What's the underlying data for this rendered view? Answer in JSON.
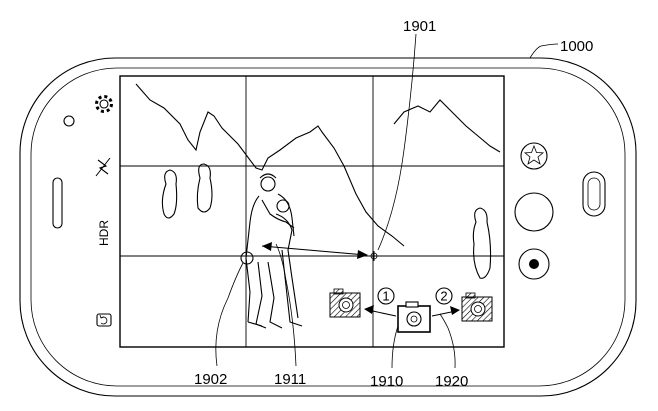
{
  "figure": {
    "refs": {
      "device": "1000",
      "focus_point": "1901",
      "touch_point": "1902",
      "subject": "1911",
      "first_camera": "1910",
      "second_camera": "1920"
    },
    "side_panel": {
      "hdr_label": "HDR"
    },
    "camera_indicators": {
      "first_number": "1",
      "second_number": "2"
    }
  }
}
